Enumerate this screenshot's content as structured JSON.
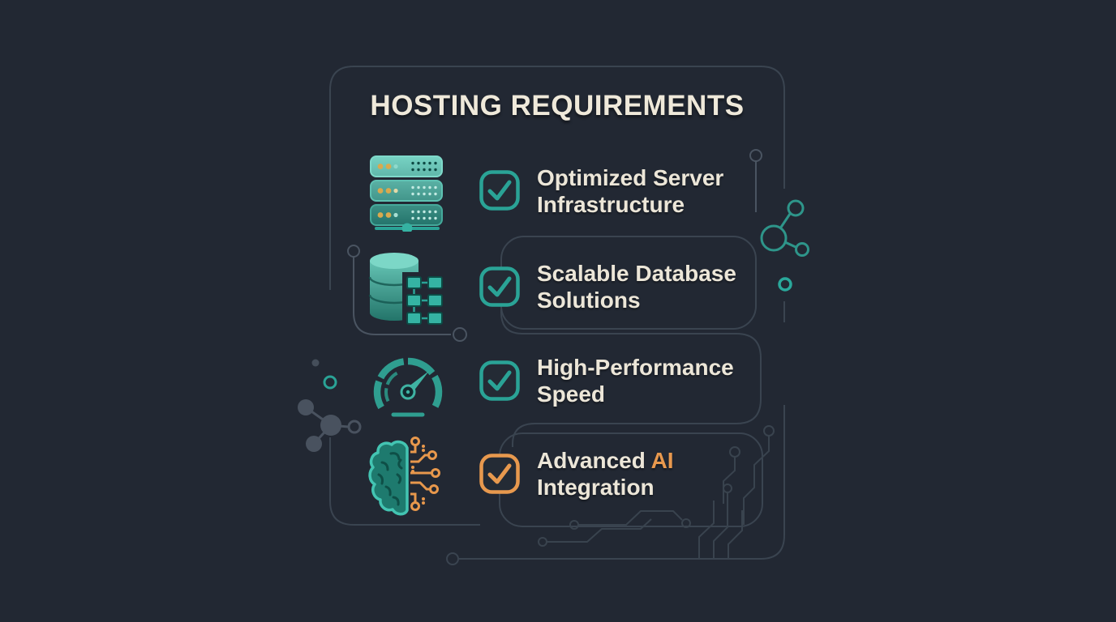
{
  "card": {
    "title": "HOSTING REQUIREMENTS"
  },
  "colors": {
    "background": "#222833",
    "card_outline": "#3A4450",
    "text_cream": "#ECE6D8",
    "accent_teal": "#2AA396",
    "accent_teal_bright": "#43C2B1",
    "accent_orange": "#E8994E",
    "node_gray": "#49525F"
  },
  "items": [
    {
      "icon": "server-icon",
      "line1": "Optimized Server",
      "line2": "Infrastructure",
      "checked": true,
      "accent": "teal"
    },
    {
      "icon": "database-icon",
      "line1": "Scalable Database",
      "line2": "Solutions",
      "checked": true,
      "accent": "teal"
    },
    {
      "icon": "speedometer-icon",
      "line1": "High-Performance",
      "line2": "Speed",
      "checked": true,
      "accent": "teal"
    },
    {
      "icon": "brain-circuit-icon",
      "line1_prefix": "Advanced ",
      "line1_highlight": "AI",
      "line2": "Integration",
      "checked": true,
      "accent": "orange"
    }
  ]
}
